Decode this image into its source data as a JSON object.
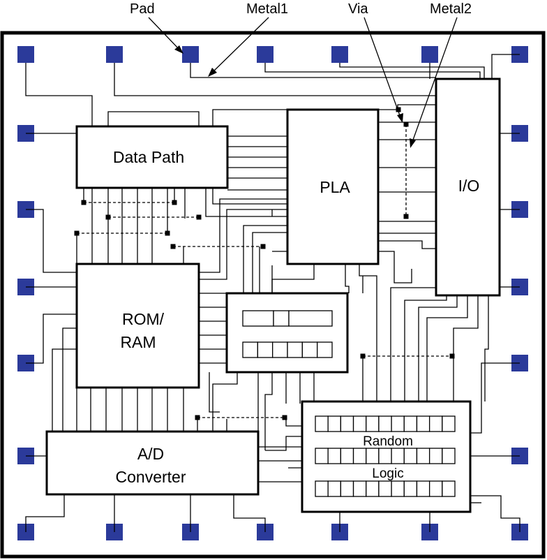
{
  "callouts": {
    "pad": "Pad",
    "metal1": "Metal1",
    "via": "Via",
    "metal2": "Metal2"
  },
  "blocks": {
    "data_path": "Data Path",
    "pla": "PLA",
    "io": "I/O",
    "rom_ram_line1": "ROM/",
    "rom_ram_line2": "RAM",
    "ad_line1": "A/D",
    "ad_line2": "Converter",
    "random_logic_line1": "Random",
    "random_logic_line2": "Logic"
  },
  "colors": {
    "pad": "#2b3a9a",
    "outline": "#000000",
    "background": "#ffffff"
  }
}
